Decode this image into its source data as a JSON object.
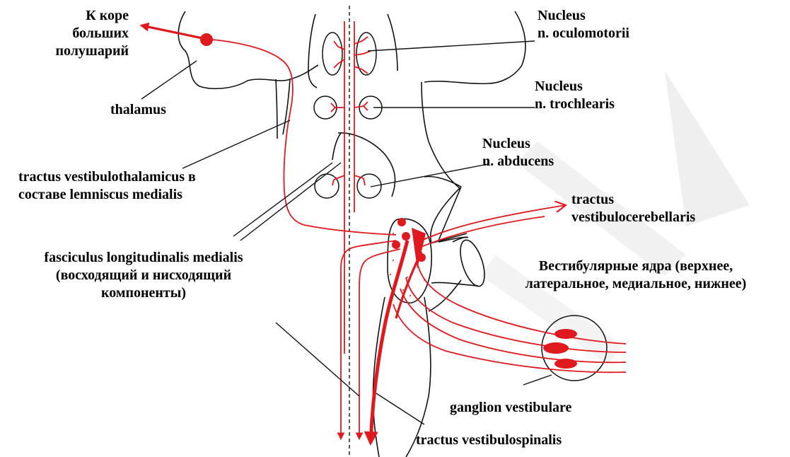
{
  "labels": {
    "cortex": [
      "К коре",
      "больших",
      "полушарий"
    ],
    "thalamus": "thalamus",
    "oculomotor": [
      "Nucleus",
      "n. oculomotorii"
    ],
    "trochlear": [
      "Nucleus",
      "n. trochlearis"
    ],
    "abducens": [
      "Nucleus",
      "n. abducens"
    ],
    "vestibulothalamic": [
      "tractus vestibulothalamicus в",
      "составе lemniscus medialis"
    ],
    "flm": [
      "fasciculus longitudinalis medialis",
      "(восходящий и нисходящий",
      "компоненты)"
    ],
    "vestibulocerebellar": [
      "tractus",
      "vestibulocerebellaris"
    ],
    "vestibular_nuclei": [
      "Вестибулярные ядра (верхнее,",
      "латеральное, медиальное, нижнее)"
    ],
    "ganglion": "ganglion vestibulare",
    "vestibulospinal": "tractus vestibulospinalis"
  },
  "colors": {
    "pathway": "#e0191f",
    "outline": "#111111",
    "watermark": "#eeeeee"
  }
}
